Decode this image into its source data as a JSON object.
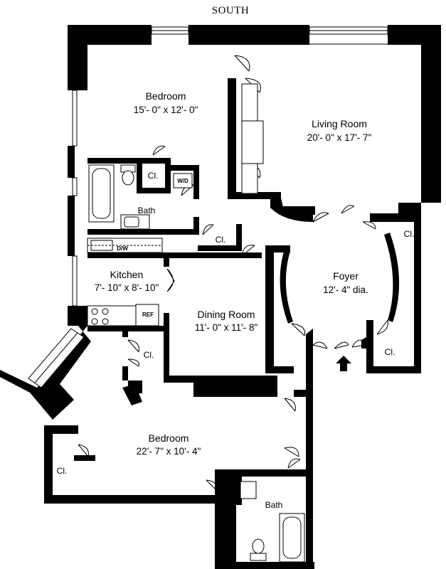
{
  "compass": "SOUTH",
  "rooms": {
    "bedroom_top": {
      "name": "Bedroom",
      "dims": "15'- 0\" x 12'- 0\""
    },
    "living": {
      "name": "Living Room",
      "dims": "20'- 0\" x 17'- 7\""
    },
    "bath_top": {
      "name": "Bath"
    },
    "kitchen": {
      "name": "Kitchen",
      "dims": "7'- 10\" x 8'- 10\""
    },
    "foyer": {
      "name": "Foyer",
      "dims": "12'- 4\" dia."
    },
    "dining": {
      "name": "Dining Room",
      "dims": "11'- 0\" x 11'- 8\""
    },
    "bedroom_bottom": {
      "name": "Bedroom",
      "dims": "22'- 7\" x 10'- 4\""
    },
    "bath_bottom": {
      "name": "Bath"
    }
  },
  "closet_label": "Cl.",
  "fixtures": {
    "washer_dryer": "W/D",
    "dishwasher": "D/W",
    "refrigerator": "REF"
  }
}
